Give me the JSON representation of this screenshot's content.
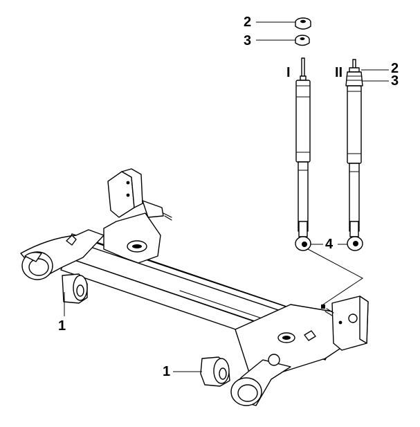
{
  "callouts": {
    "nut_top": "2",
    "washer_top": "3",
    "variant_1": "I",
    "variant_2": "II",
    "nut_side": "2",
    "washer_side": "3",
    "lower_mount": "4",
    "bushing_left": "1",
    "bushing_bottom": "1"
  },
  "colors": {
    "line": "#000000",
    "background": "#ffffff"
  }
}
